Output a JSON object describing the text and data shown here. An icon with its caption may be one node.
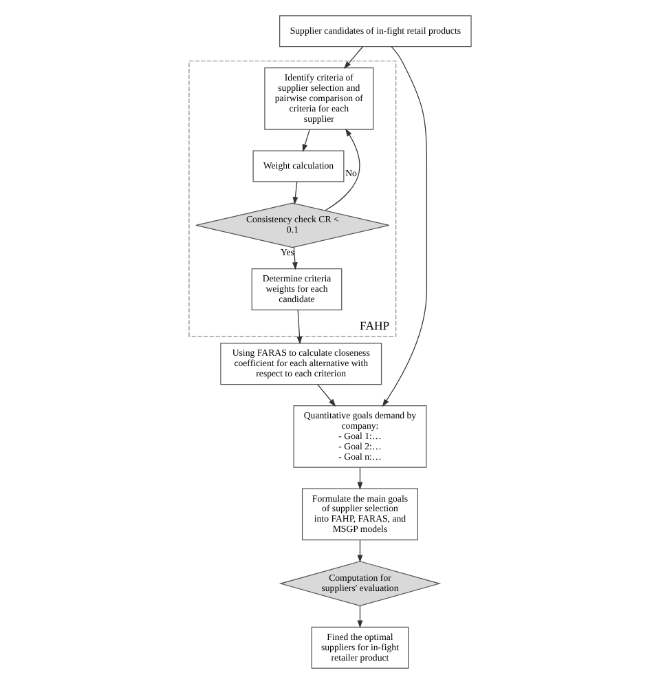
{
  "diagram": {
    "nodes": [
      {
        "text": [
          "Supplier candidates of in-fight retail products"
        ]
      },
      {
        "text": [
          "FAHP"
        ]
      },
      {
        "text": [
          "Identify criteria of supplier selection and pairwise comparison of criteria for each supplier"
        ],
        "in": 1
      },
      {
        "text": [
          "Weight calculation"
        ],
        "in": 1
      },
      {
        "text": [
          "Consistency check CR < 0.1"
        ],
        "in": 1
      },
      {
        "text": [
          "Determine criteria weights for each candidate"
        ],
        "in": 1
      },
      {
        "text": [
          "Using FARAS to calculate closeness coefficient for each alternative with respect to each criterion"
        ]
      },
      {
        "text": [
          "Quantitative goals demand by company:",
          "- Goal 1:…",
          "- Goal 2:…",
          "- Goal n:…"
        ]
      },
      {
        "text": [
          "Formulate the main goals of supplier selection into FAHP, FARAS, and MSGP models"
        ]
      },
      {
        "text": [
          "Computation for suppliers' evaluation"
        ]
      },
      {
        "text": [
          "Fined the optimal suppliers for in-fight retailer product"
        ]
      }
    ],
    "edges": [
      {
        "from": 0,
        "to": 2,
        "arrow": "to"
      },
      {
        "from": 0,
        "to": 7,
        "arrow": "to"
      },
      {
        "from": 2,
        "to": 3,
        "arrow": "to"
      },
      {
        "from": 3,
        "to": 4,
        "arrow": "to"
      },
      {
        "from": 4,
        "to": 2,
        "arrow": "to",
        "label": "No"
      },
      {
        "from": 4,
        "to": 5,
        "arrow": "to",
        "label": "Yes"
      },
      {
        "from": 5,
        "to": 6,
        "arrow": "to"
      },
      {
        "from": 6,
        "to": 7,
        "arrow": "to"
      },
      {
        "from": 7,
        "to": 8,
        "arrow": "to"
      },
      {
        "from": 8,
        "to": 9,
        "arrow": "to"
      },
      {
        "from": 9,
        "to": 10,
        "arrow": "to"
      }
    ]
  }
}
